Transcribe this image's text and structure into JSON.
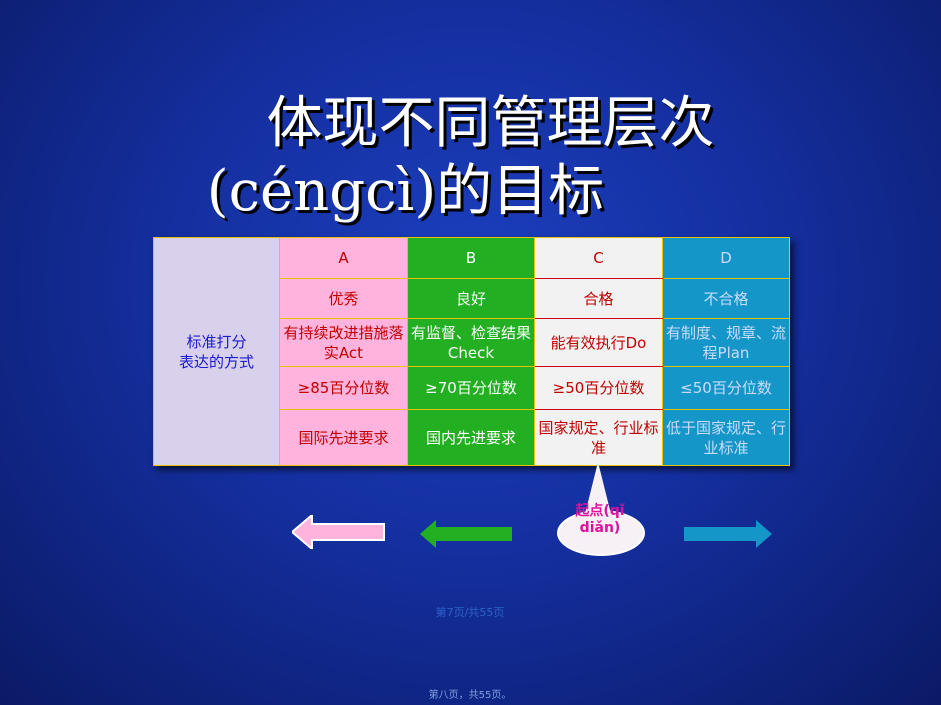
{
  "slide": {
    "title_line1": "体现不同管理层次",
    "title_line2": "(céngcì)的目标"
  },
  "table": {
    "row_header_line1": "标准打分",
    "row_header_line2": "表达的方式",
    "columns": [
      {
        "key": "A",
        "cells": [
          "A",
          "优秀",
          "有持续改进措施落实Act",
          "≥85百分位数",
          "国际先进要求"
        ]
      },
      {
        "key": "B",
        "cells": [
          "B",
          "良好",
          "有监督、检查结果Check",
          "≥70百分位数",
          "国内先进要求"
        ]
      },
      {
        "key": "C",
        "cells": [
          "C",
          "合格",
          "能有效执行Do",
          "≥50百分位数",
          "国家规定、行业标准"
        ]
      },
      {
        "key": "D",
        "cells": [
          "D",
          "不合格",
          "有制度、规章、流程Plan",
          "≤50百分位数",
          "低于国家规定、行业标准"
        ]
      }
    ]
  },
  "callout": {
    "text": "起点(qǐ diǎn)"
  },
  "arrows": [
    {
      "name": "left-pink-arrow",
      "direction": "left",
      "color": "#ffb3dd"
    },
    {
      "name": "left-green-arrow",
      "direction": "left",
      "color": "#22b022"
    },
    {
      "name": "right-blue-arrow",
      "direction": "right",
      "color": "#1596c8"
    }
  ],
  "footer": {
    "page_of": "第7页/共55页",
    "page_cn": "第八页，共55页。"
  }
}
